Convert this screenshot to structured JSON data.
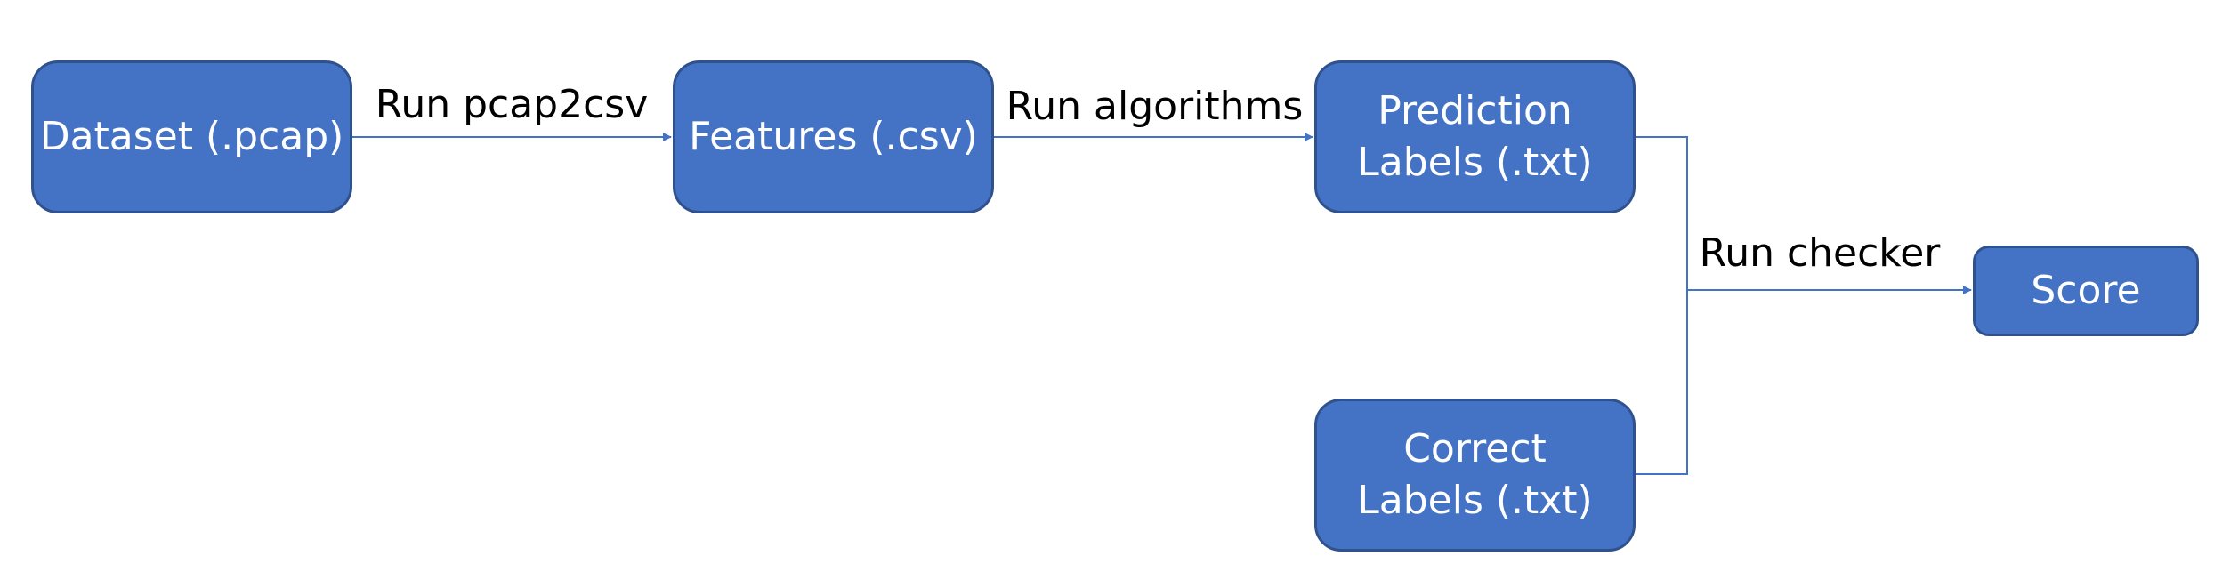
{
  "colors": {
    "box_fill": "#4472c4",
    "box_border": "#2f528f",
    "connector": "#4472c4",
    "box_text": "#ffffff",
    "label_text": "#000000"
  },
  "nodes": {
    "dataset": "Dataset (.pcap)",
    "features": "Features (.csv)",
    "prediction_labels": "Prediction\nLabels (.txt)",
    "correct_labels": "Correct\nLabels (.txt)",
    "score": "Score"
  },
  "edges": {
    "run_pcap2csv": "Run pcap2csv",
    "run_algorithms": "Run algorithms",
    "run_checker": "Run checker"
  }
}
